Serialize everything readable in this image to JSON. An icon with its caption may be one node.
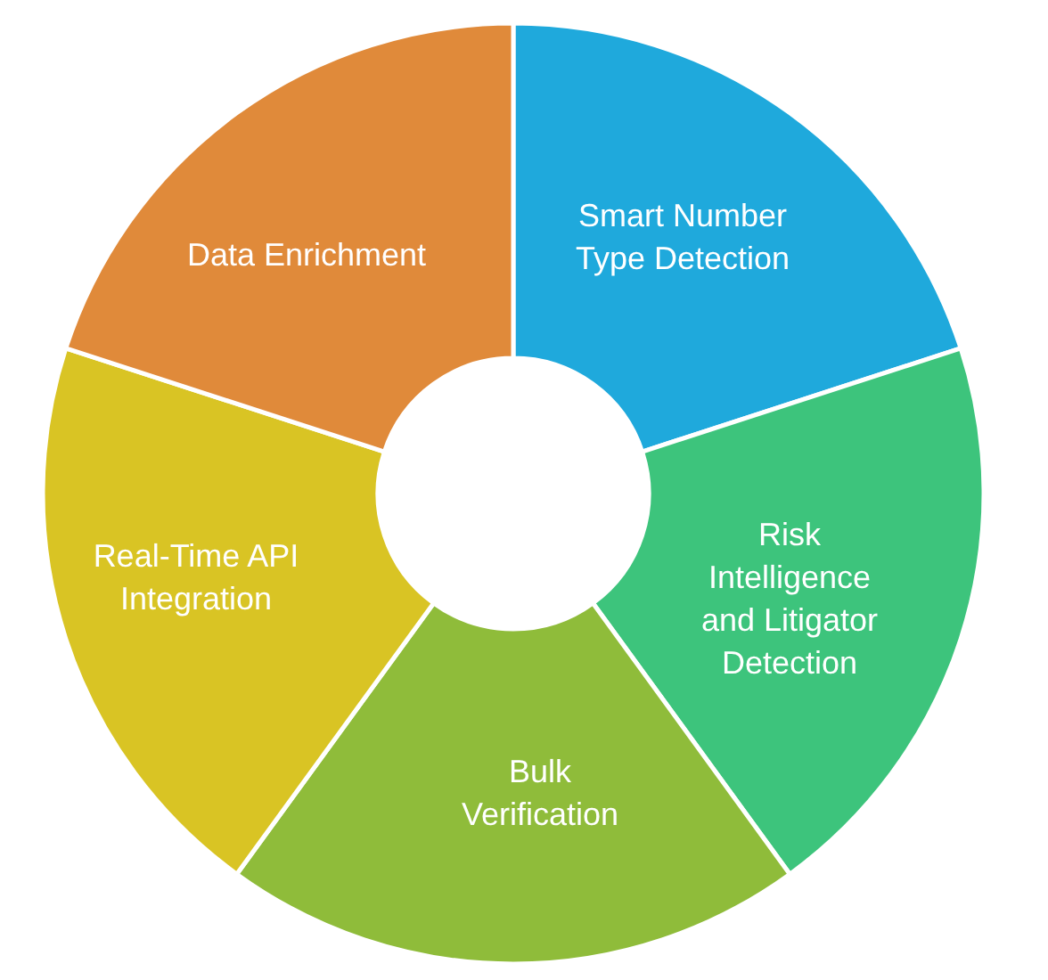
{
  "diagram": {
    "nodes": [
      {
        "text": [
          "Smart Number Type Detection"
        ]
      },
      {
        "text": [
          "Risk Intelligence and Litigator Detection"
        ]
      },
      {
        "text": [
          "Bulk Verification"
        ]
      },
      {
        "text": [
          "Real-Time API Integration"
        ]
      },
      {
        "text": [
          "Data Enrichment"
        ]
      }
    ]
  }
}
